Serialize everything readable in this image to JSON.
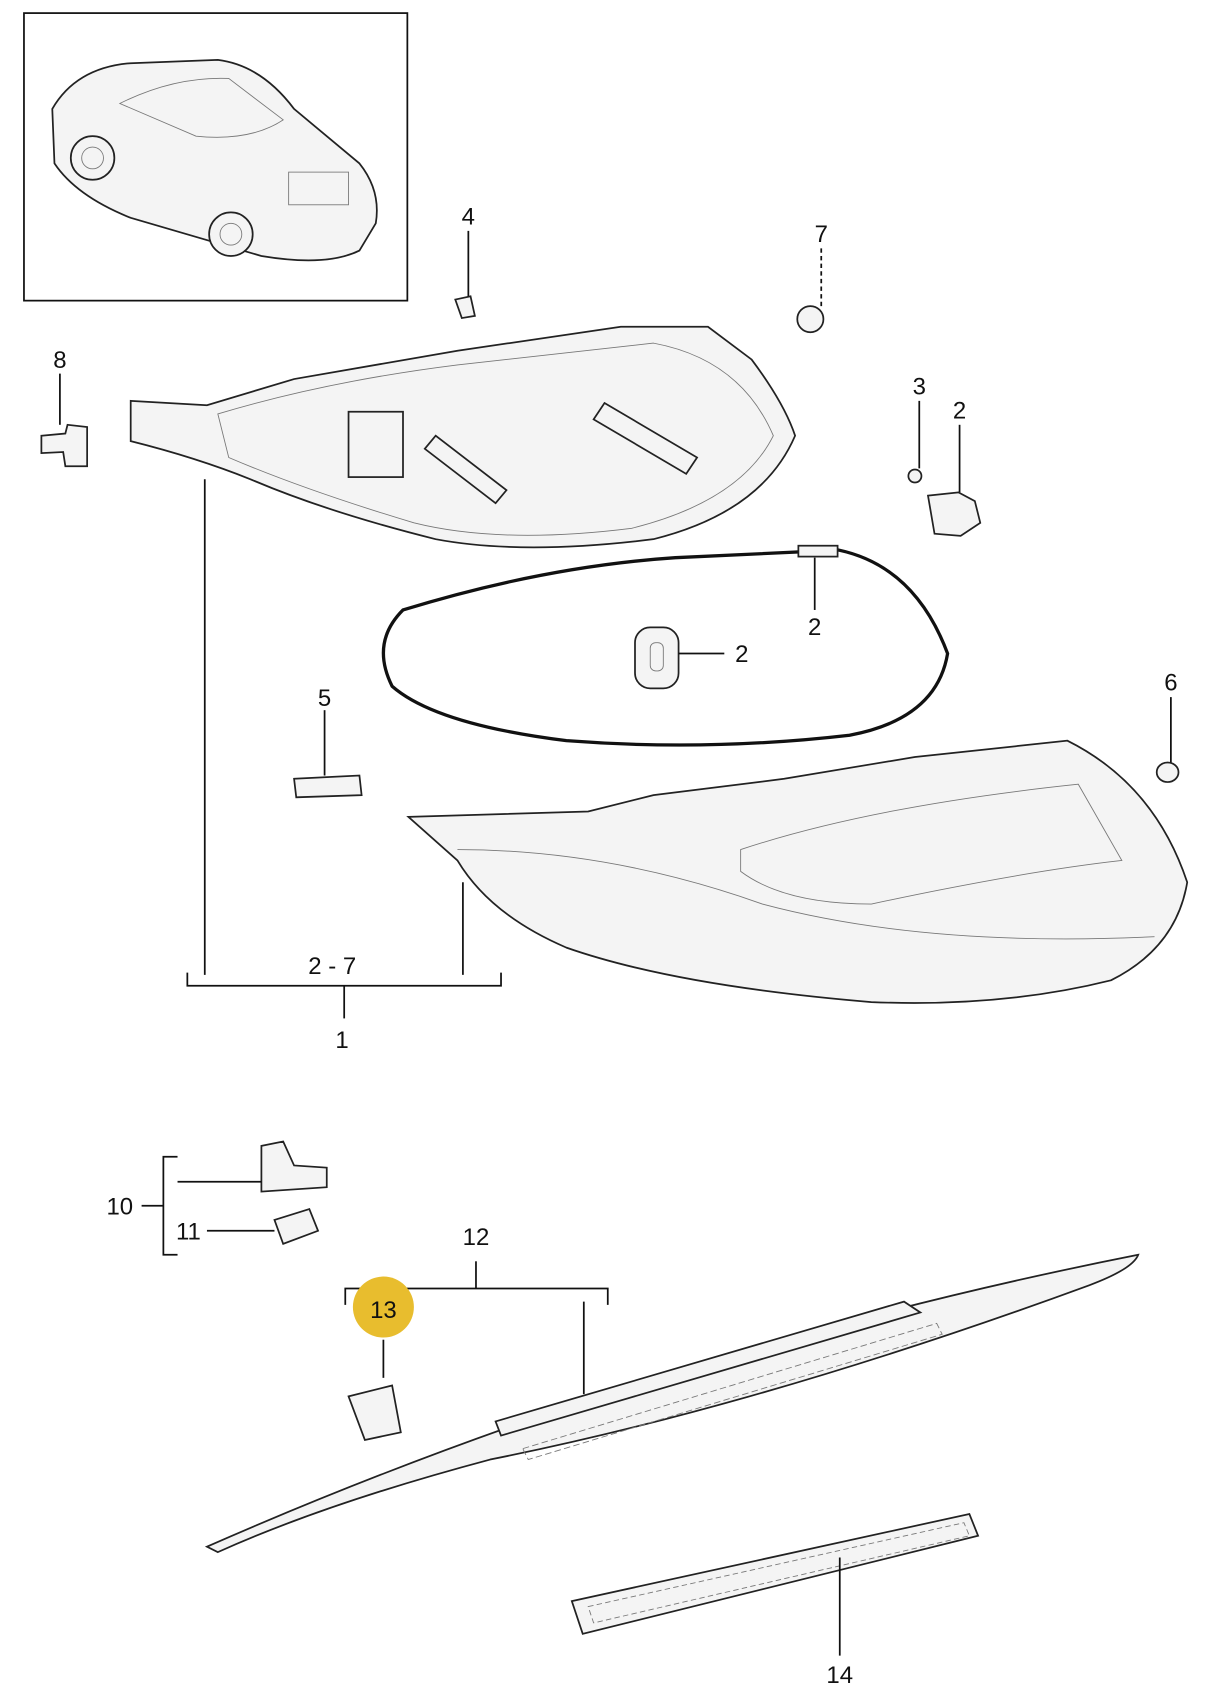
{
  "title": "Tail light and third brake light parts diagram",
  "highlight_color": "#e8bd2e",
  "callouts": {
    "p4": "4",
    "p7": "7",
    "p8": "8",
    "p3": "3",
    "p2a": "2",
    "p2b": "2",
    "p2c": "2",
    "p5": "5",
    "p6": "6",
    "range": "2 - 7",
    "p1": "1",
    "p10": "10",
    "p11": "11",
    "p12": "12",
    "p13": "13",
    "p14": "14"
  }
}
